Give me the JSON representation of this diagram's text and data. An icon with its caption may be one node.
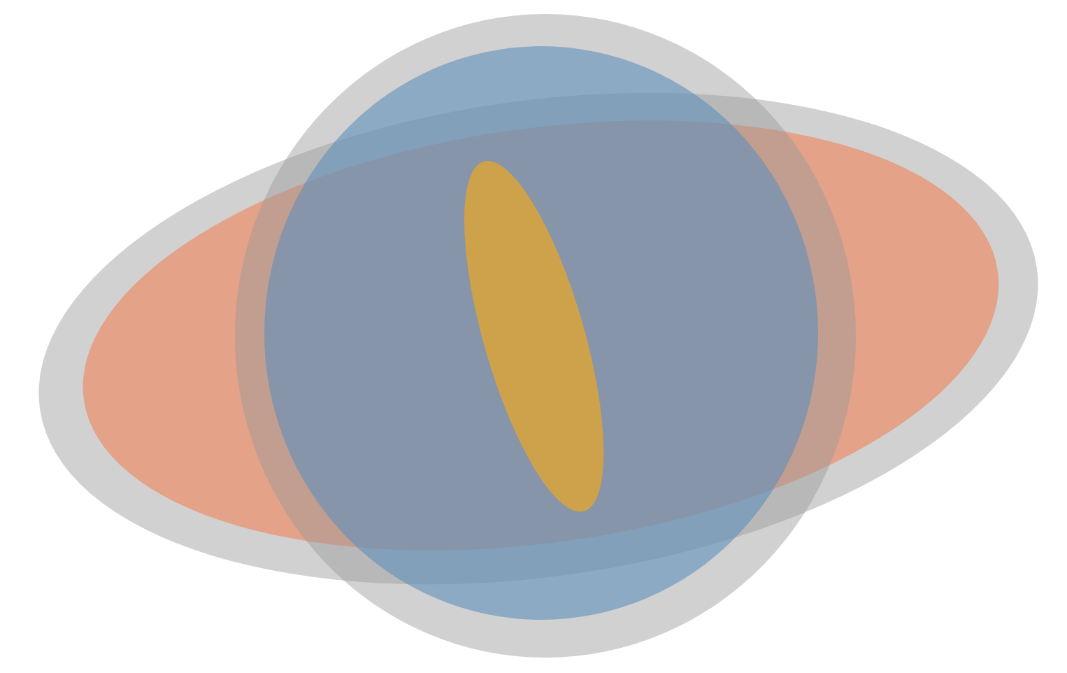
{
  "diagram": {
    "nodes": [
      {
        "text": [],
        "shape": "ellipse"
      },
      {
        "text": [],
        "shape": "ellipse",
        "in": 0
      },
      {
        "text": [],
        "shape": "ellipse"
      },
      {
        "text": [],
        "shape": "ellipse",
        "in": 2
      },
      {
        "text": [],
        "shape": "ellipse"
      }
    ]
  }
}
